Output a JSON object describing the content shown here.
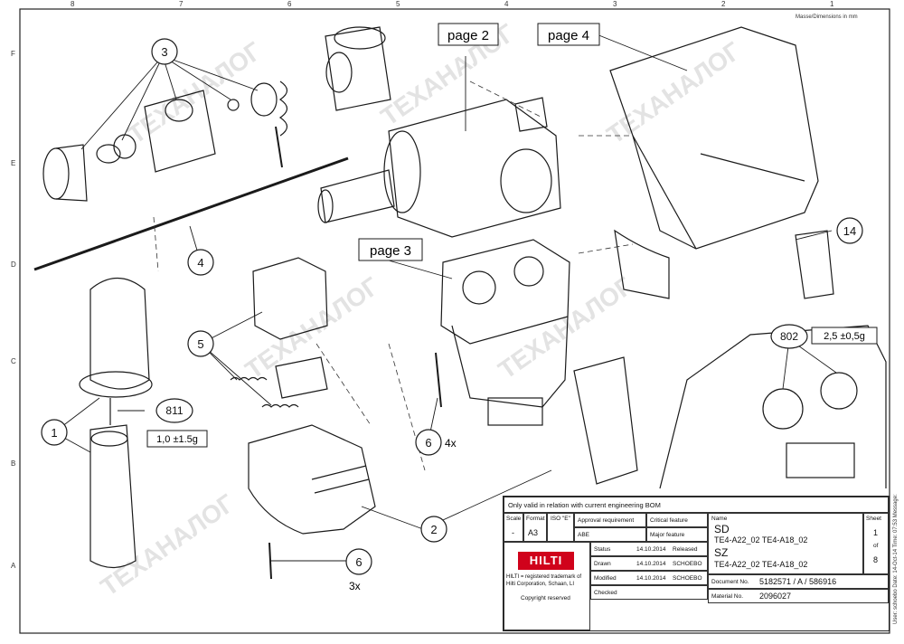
{
  "header": {
    "dimensions_note": "Masse/Dimensions in mm"
  },
  "grid": {
    "top_numbers": [
      "8",
      "7",
      "6",
      "5",
      "4",
      "3",
      "2",
      "1"
    ],
    "side_letters": [
      "F",
      "E",
      "D",
      "C",
      "B",
      "A"
    ]
  },
  "callouts": [
    {
      "id": "3",
      "label": "3"
    },
    {
      "id": "4",
      "label": "4"
    },
    {
      "id": "5",
      "label": "5"
    },
    {
      "id": "1",
      "label": "1"
    },
    {
      "id": "811",
      "label": "811"
    },
    {
      "id": "6a",
      "label": "6"
    },
    {
      "id": "6b",
      "label": "6"
    },
    {
      "id": "2",
      "label": "2"
    },
    {
      "id": "14",
      "label": "14"
    },
    {
      "id": "802",
      "label": "802"
    }
  ],
  "quantities": {
    "q4x": "4x",
    "q3x": "3x"
  },
  "amounts": {
    "grease_811": "1,0 ±1.5g",
    "grease_802": "2,5 ±0,5g"
  },
  "page_refs": {
    "page2": "page 2",
    "page4": "page 4",
    "page3": "page 3"
  },
  "watermark": {
    "text": "ТЕХАНАЛОГ"
  },
  "side_note": {
    "text": "User: schoebo   Date: 14-Oct-14   Time: 07:53   Message:"
  },
  "title_block": {
    "note": "Only valid in relation with current engineering BOM",
    "scale_label": "Scale",
    "scale_value": "-",
    "format_label": "Format",
    "format_value": "A3",
    "iso_label": "ISO \"E\"",
    "approval_req": "Approval requirement",
    "critical": "Critical feature",
    "abe": "ABE",
    "major": "Major feature",
    "name_label": "Name",
    "name_sd": "SD",
    "name_sd_models": "TE4-A22_02  TE4-A18_02",
    "name_sz": "SZ",
    "name_sz_models": "TE4-A22_02  TE4-A18_02",
    "sheet_label": "Sheet",
    "sheet_no": "1",
    "of": "of",
    "sheet_total": "8",
    "status_label": "Status",
    "status_date": "14.10.2014",
    "status_value": "Released",
    "drawn_label": "Drawn",
    "drawn_date": "14.10.2014",
    "drawn_value": "SCHOEBO",
    "modified_label": "Modified",
    "modified_date": "14.10.2014",
    "modified_value": "SCHOEBO",
    "checked_label": "Checked",
    "doc_label": "Document No.",
    "doc_value": "5182571 / A / 586916",
    "mat_label": "Material No.",
    "mat_value": "2096027",
    "logo": "HILTI",
    "trademark": "HILTI = registered trademark of Hilti Corporation, Schaan, LI",
    "copyright": "Copyright reserved"
  },
  "colors": {
    "line": "#1a1a1a",
    "watermark": "#d8d8d8",
    "brand": "#d0021b"
  }
}
